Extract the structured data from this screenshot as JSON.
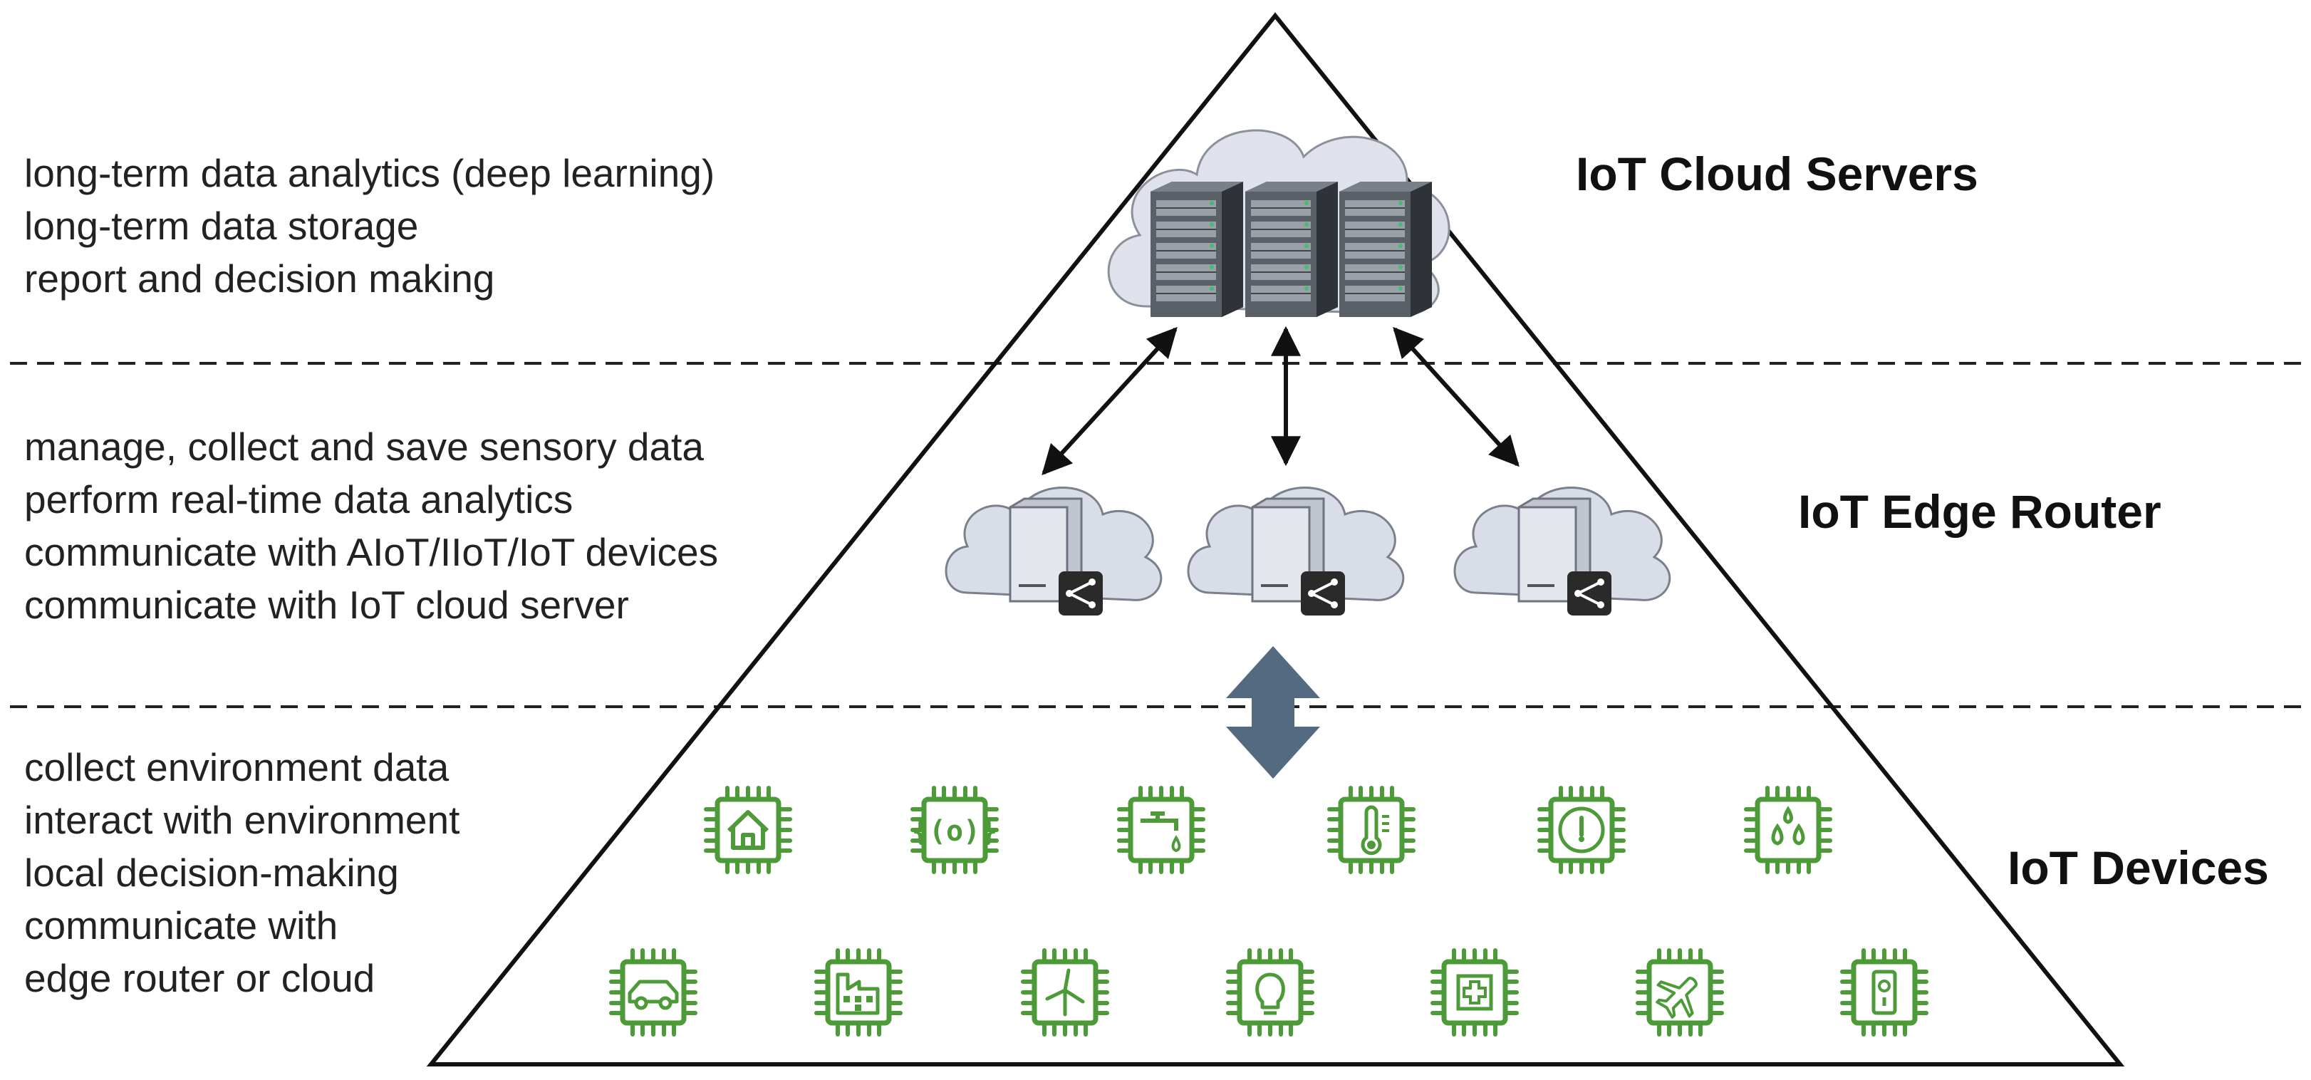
{
  "tiers": {
    "cloud": {
      "label": "IoT Cloud Servers",
      "lines": [
        "long-term data analytics (deep learning)",
        "long-term data storage",
        "report and decision making"
      ]
    },
    "edge": {
      "label": "IoT Edge Router",
      "lines": [
        "manage, collect and save sensory data",
        "perform real-time data analytics",
        "communicate with AIoT/IIoT/IoT devices",
        "communicate with IoT cloud server"
      ]
    },
    "devices": {
      "label": "IoT Devices",
      "lines": [
        "collect environment data",
        "interact with environment",
        "local decision-making",
        "communicate with",
        "edge router or cloud"
      ]
    }
  },
  "icons": {
    "cloud_server": "server-rack-cloud-icon",
    "edge_router": "edge-router-cloud-icon",
    "devices_row1": [
      "smart-home-chip-icon",
      "sensor-signal-chip-icon",
      "water-faucet-chip-icon",
      "thermometer-chip-icon",
      "gauge-chip-icon",
      "humidity-drops-chip-icon"
    ],
    "devices_row2": [
      "car-chip-icon",
      "factory-chip-icon",
      "wind-turbine-chip-icon",
      "light-bulb-chip-icon",
      "medical-cross-chip-icon",
      "airplane-chip-icon",
      "smart-lock-chip-icon"
    ]
  },
  "colors": {
    "outline": "#111111",
    "device_green": "#4d9a38",
    "cloud_fill": "#d9dde8",
    "server_dark": "#4a4f57",
    "edge_arrow": "#536a80"
  }
}
